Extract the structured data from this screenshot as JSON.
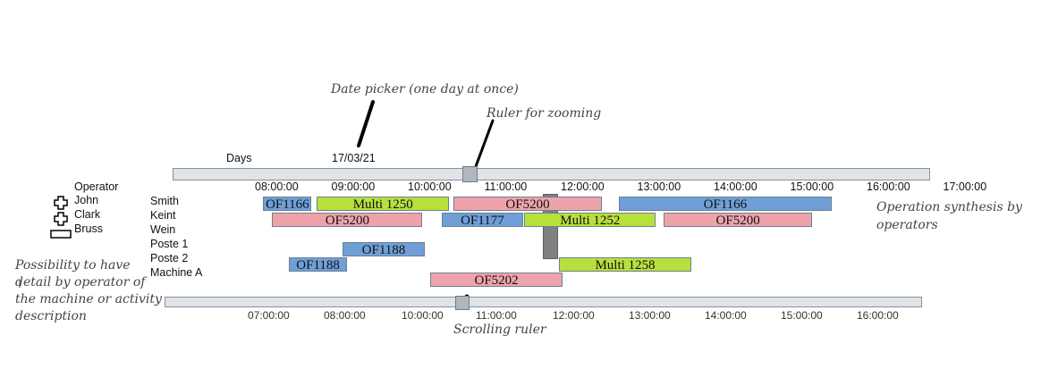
{
  "annotations": {
    "date_picker": "Date picker (one day at once)",
    "ruler_zoom": "Ruler for zooming",
    "operation_synthesis": "Operation synthesis by operators",
    "detail_note": "Possibility to have detail by operator of the machine or activity description",
    "scrolling_ruler": "Scrolling ruler"
  },
  "header": {
    "days_label": "Days",
    "date": "17/03/21",
    "operator_label": "Operator"
  },
  "operators": [
    "John",
    "Clark",
    "Bruss"
  ],
  "resources": [
    "Smith",
    "Keint",
    "Wein",
    "Poste 1",
    "Poste 2",
    "Machine A"
  ],
  "hours": [
    "08:00:00",
    "09:00:00",
    "10:00:00",
    "11:00:00",
    "12:00:00",
    "13:00:00",
    "14:00:00",
    "15:00:00",
    "16:00:00",
    "17:00:00"
  ],
  "bottom_hours": [
    "07:00:00",
    "08:00:00",
    "10:00:00",
    "11:00:00",
    "12:00:00",
    "13:00:00",
    "14:00:00",
    "15:00:00",
    "16:00:00"
  ],
  "tasks": [
    {
      "label": "OF1166",
      "row": 0,
      "start": "07:49",
      "end": "08:27",
      "color": "#6f9fd6"
    },
    {
      "label": "Multi 1250",
      "row": 0,
      "start": "08:31",
      "end": "10:15",
      "color": "#b8e03c"
    },
    {
      "label": "OF5200",
      "row": 0,
      "start": "10:18",
      "end": "12:15",
      "color": "#eea3ab"
    },
    {
      "label": "OF1166",
      "row": 0,
      "start": "12:28",
      "end": "15:15",
      "color": "#6f9fd6"
    },
    {
      "label": "OF5200",
      "row": 1,
      "start": "07:56",
      "end": "09:54",
      "color": "#eea3ab"
    },
    {
      "label": "OF1177",
      "row": 1,
      "start": "10:09",
      "end": "11:13",
      "color": "#6f9fd6"
    },
    {
      "label": "Multi 1252",
      "row": 1,
      "start": "11:14",
      "end": "12:57",
      "color": "#b8e03c"
    },
    {
      "label": "OF5200",
      "row": 1,
      "start": "13:03",
      "end": "15:00",
      "color": "#eea3ab"
    },
    {
      "label": "OF1188",
      "row": 3,
      "start": "08:51",
      "end": "09:56",
      "color": "#6f9fd6"
    },
    {
      "label": "OF1188",
      "row": 4,
      "start": "08:09",
      "end": "08:55",
      "color": "#6f9fd6"
    },
    {
      "label": "Multi 1258",
      "row": 4,
      "start": "11:41",
      "end": "13:25",
      "color": "#b8e03c"
    },
    {
      "label": "OF5202",
      "row": 5,
      "start": "10:00",
      "end": "11:44",
      "color": "#eea3ab"
    }
  ],
  "colors": {
    "blue": "#6f9fd6",
    "green": "#b8e03c",
    "pink": "#eea3ab",
    "track": "#e1e3e5",
    "thumb": "#b3b7bb",
    "marker": "#808080"
  }
}
